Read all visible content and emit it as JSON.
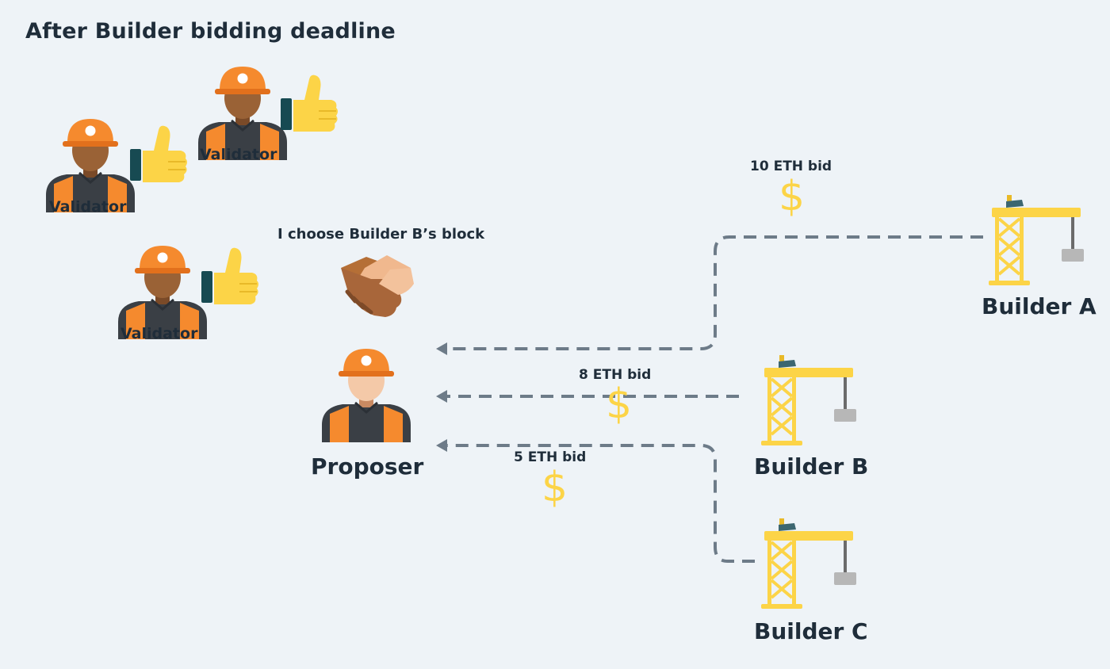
{
  "title": "After Builder bidding deadline",
  "validators": [
    {
      "label": "Validator"
    },
    {
      "label": "Validator"
    },
    {
      "label": "Validator"
    }
  ],
  "proposer": {
    "label": "Proposer",
    "choice_text": "I choose Builder B’s block"
  },
  "builders": [
    {
      "label": "Builder A",
      "bid": "10 ETH bid"
    },
    {
      "label": "Builder B",
      "bid": "8 ETH bid"
    },
    {
      "label": "Builder C",
      "bid": "5 ETH bid"
    }
  ],
  "currency_symbol": "$",
  "colors": {
    "background": "#eef3f7",
    "text": "#1f2d3a",
    "helmet": "#f58a2e",
    "vest": "#f58a2e",
    "crane": "#fcd447",
    "dollar": "#fcd447",
    "thumb": "#fcd447",
    "cuff": "#174a52",
    "arrow": "#6d7b88"
  }
}
